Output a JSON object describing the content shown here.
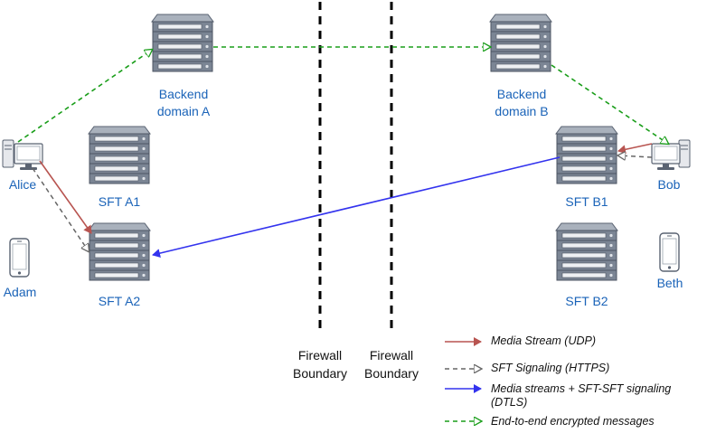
{
  "nodes": {
    "backend_a": "Backend\ndomain A",
    "backend_b": "Backend\ndomain B",
    "sft_a1": "SFT A1",
    "sft_a2": "SFT A2",
    "sft_b1": "SFT B1",
    "sft_b2": "SFT B2",
    "alice": "Alice",
    "adam": "Adam",
    "bob": "Bob",
    "beth": "Beth"
  },
  "boundaries": {
    "left": "Firewall\nBoundary",
    "right": "Firewall\nBoundary"
  },
  "legend": {
    "media_stream": "Media Stream (UDP)",
    "sft_signaling": "SFT Signaling (HTTPS)",
    "media_sft_sft": "Media streams + SFT-SFT signaling\n(DTLS)",
    "e2e_messages": "End-to-end encrypted messages"
  },
  "colors": {
    "media_stream": "#b85450",
    "sft_signaling": "#666666",
    "media_sft_sft": "#3333ee",
    "e2e_messages": "#1a9e1a",
    "label_text": "#1a63b8",
    "server_fill": "#7b8594"
  },
  "icons": {
    "server": "server-rack-icon",
    "computer": "desktop-computer-icon",
    "phone": "smartphone-icon"
  }
}
